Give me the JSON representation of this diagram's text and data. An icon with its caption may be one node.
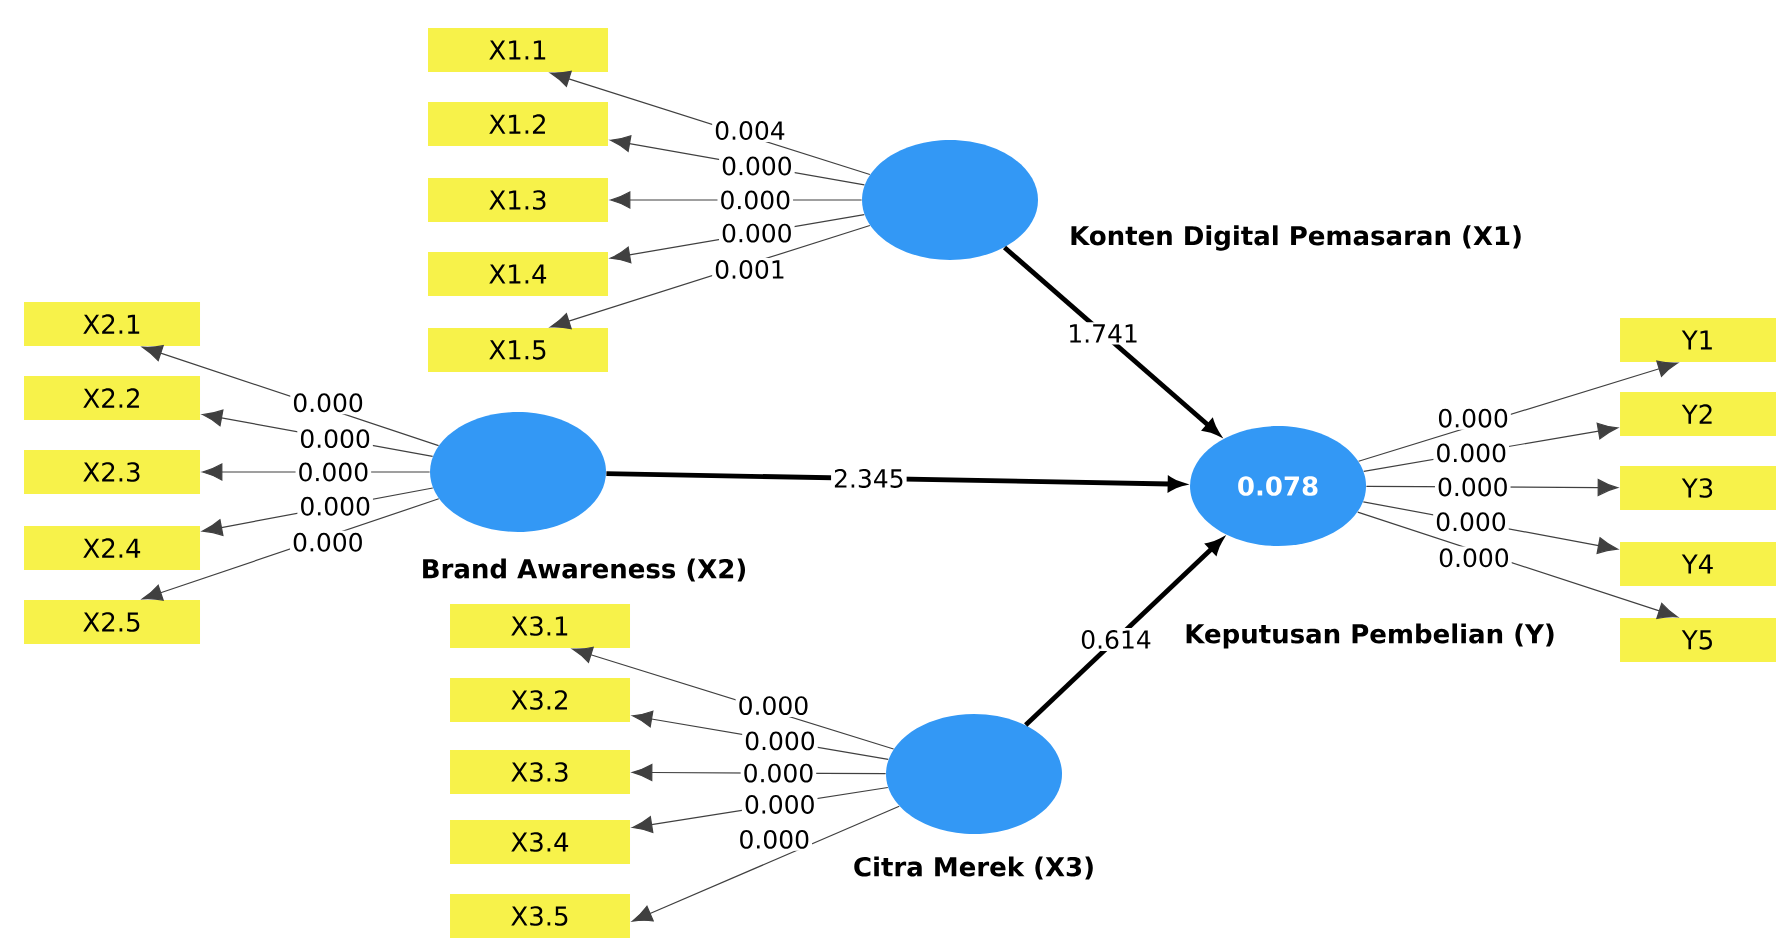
{
  "diagram": {
    "nodes": [
      {
        "text": [
          "X1.1"
        ]
      },
      {
        "text": [
          "X1.2"
        ]
      },
      {
        "text": [
          "X1.3"
        ]
      },
      {
        "text": [
          "X1.4"
        ]
      },
      {
        "text": [
          "X1.5"
        ]
      },
      {
        "text": [
          "Konten Digital Pemasaran (X1)"
        ]
      },
      {
        "text": [
          "X2.1"
        ]
      },
      {
        "text": [
          "X2.2"
        ]
      },
      {
        "text": [
          "X2.3"
        ]
      },
      {
        "text": [
          "X2.4"
        ]
      },
      {
        "text": [
          "X2.5"
        ]
      },
      {
        "text": [
          "Brand Awareness (X2)"
        ]
      },
      {
        "text": [
          "0.078",
          "Keputusan Pembelian (Y)"
        ]
      },
      {
        "text": [
          "Y1"
        ]
      },
      {
        "text": [
          "Y2"
        ]
      },
      {
        "text": [
          "Y3"
        ]
      },
      {
        "text": [
          "Y4"
        ]
      },
      {
        "text": [
          "Y5"
        ]
      },
      {
        "text": [
          "X3.1"
        ]
      },
      {
        "text": [
          "X3.2"
        ]
      },
      {
        "text": [
          "X3.3"
        ]
      },
      {
        "text": [
          "X3.4"
        ]
      },
      {
        "text": [
          "X3.5"
        ]
      },
      {
        "text": [
          "Citra Merek (X3)"
        ]
      }
    ],
    "edges": [
      {
        "from": 5,
        "to": 0,
        "arrow": "to",
        "label": "0.004"
      },
      {
        "from": 5,
        "to": 1,
        "arrow": "to",
        "label": "0.000"
      },
      {
        "from": 5,
        "to": 2,
        "arrow": "to",
        "label": "0.000"
      },
      {
        "from": 5,
        "to": 3,
        "arrow": "to",
        "label": "0.000"
      },
      {
        "from": 5,
        "to": 4,
        "arrow": "to",
        "label": "0.001"
      },
      {
        "from": 11,
        "to": 6,
        "arrow": "to",
        "label": "0.000"
      },
      {
        "from": 11,
        "to": 7,
        "arrow": "to",
        "label": "0.000"
      },
      {
        "from": 11,
        "to": 8,
        "arrow": "to",
        "label": "0.000"
      },
      {
        "from": 11,
        "to": 9,
        "arrow": "to",
        "label": "0.000"
      },
      {
        "from": 11,
        "to": 10,
        "arrow": "to",
        "label": "0.000"
      },
      {
        "from": 5,
        "to": 12,
        "arrow": "to",
        "label": "1.741",
        "style": "thick"
      },
      {
        "from": 11,
        "to": 12,
        "arrow": "to",
        "label": "2.345",
        "style": "thick"
      },
      {
        "from": 23,
        "to": 12,
        "arrow": "to",
        "label": "0.614",
        "style": "thick"
      },
      {
        "from": 12,
        "to": 13,
        "arrow": "to",
        "label": "0.000"
      },
      {
        "from": 12,
        "to": 14,
        "arrow": "to",
        "label": "0.000"
      },
      {
        "from": 12,
        "to": 15,
        "arrow": "to",
        "label": "0.000"
      },
      {
        "from": 12,
        "to": 16,
        "arrow": "to",
        "label": "0.000"
      },
      {
        "from": 12,
        "to": 17,
        "arrow": "to",
        "label": "0.000"
      },
      {
        "from": 23,
        "to": 18,
        "arrow": "to",
        "label": "0.000"
      },
      {
        "from": 23,
        "to": 19,
        "arrow": "to",
        "label": "0.000"
      },
      {
        "from": 23,
        "to": 20,
        "arrow": "to",
        "label": "0.000"
      },
      {
        "from": 23,
        "to": 21,
        "arrow": "to",
        "label": "0.000"
      },
      {
        "from": 23,
        "to": 22,
        "arrow": "to",
        "label": "0.000"
      }
    ]
  }
}
